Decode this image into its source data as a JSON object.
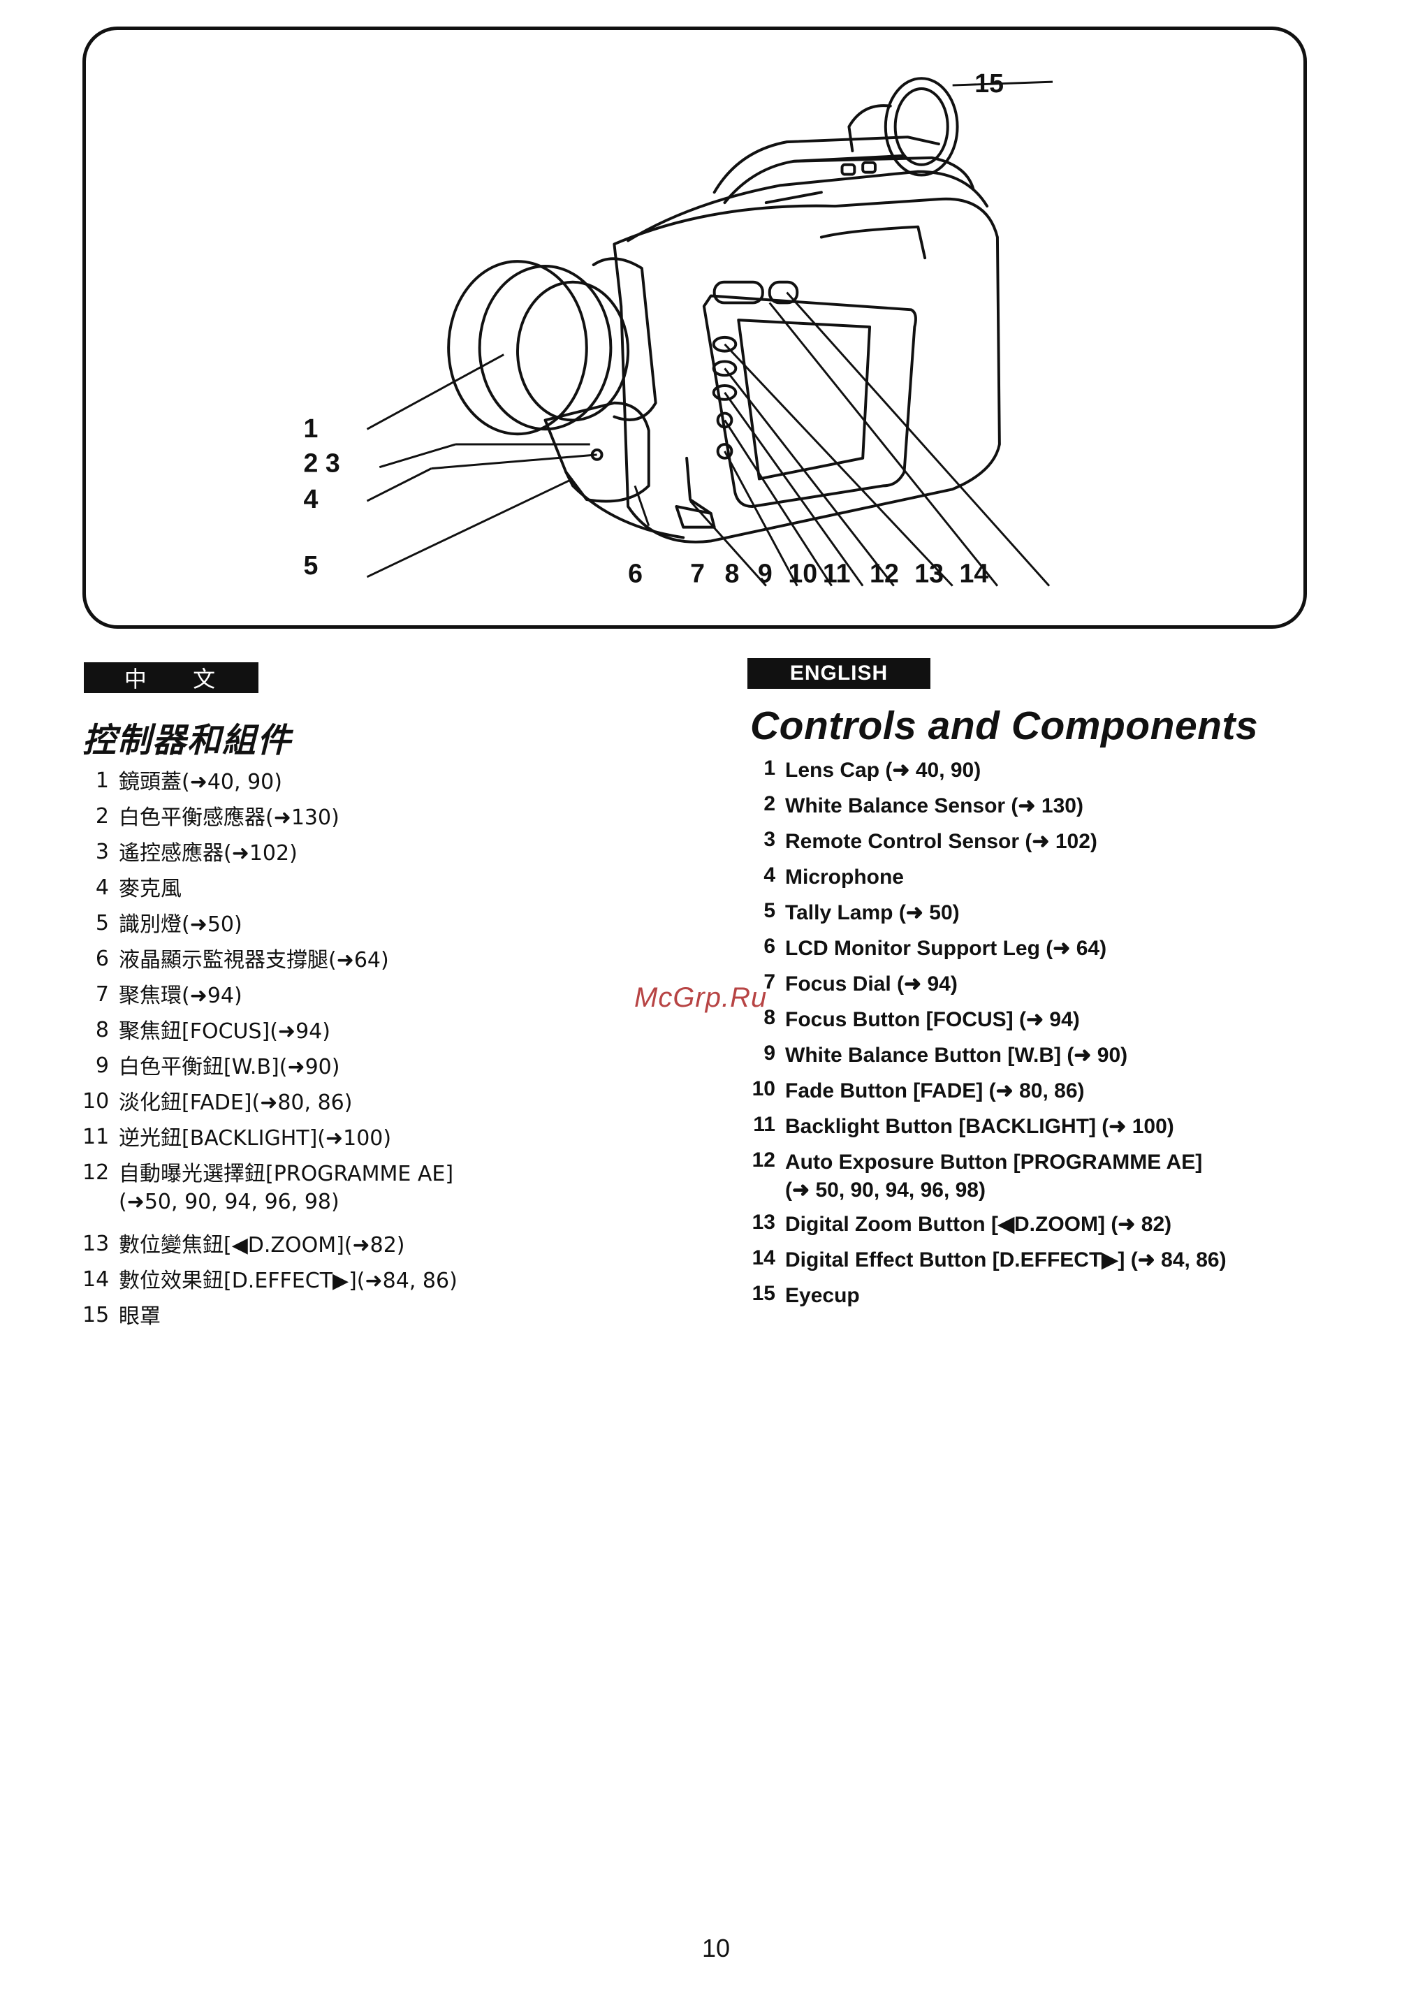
{
  "figure": {
    "callouts": [
      "1",
      "2 3",
      "4",
      "5",
      "6",
      "7",
      "8",
      "9",
      "10",
      "11",
      "12",
      "13",
      "14",
      "15"
    ]
  },
  "chinese": {
    "badge": "中 文",
    "title": "控制器和組件",
    "items": [
      {
        "num": "1",
        "text": "鏡頭蓋(➜40, 90)"
      },
      {
        "num": "2",
        "text": "白色平衡感應器(➜130)"
      },
      {
        "num": "3",
        "text": "遙控感應器(➜102)"
      },
      {
        "num": "4",
        "text": "麥克風"
      },
      {
        "num": "5",
        "text": "識別燈(➜50)"
      },
      {
        "num": "6",
        "text": "液晶顯示監視器支撐腿(➜64)"
      },
      {
        "num": "7",
        "text": "聚焦環(➜94)"
      },
      {
        "num": "8",
        "text": "聚焦鈕[FOCUS](➜94)"
      },
      {
        "num": "9",
        "text": "白色平衡鈕[W.B](➜90)"
      },
      {
        "num": "10",
        "text": "淡化鈕[FADE](➜80, 86)"
      },
      {
        "num": "11",
        "text": "逆光鈕[BACKLIGHT](➜100)"
      },
      {
        "num": "12",
        "text": "自動曝光選擇鈕[PROGRAMME AE]",
        "text2": "(➜50, 90, 94, 96, 98)"
      },
      {
        "num": "13",
        "text": "數位變焦鈕[◀D.ZOOM](➜82)"
      },
      {
        "num": "14",
        "text": "數位效果鈕[D.EFFECT▶](➜84, 86)"
      },
      {
        "num": "15",
        "text": "眼罩"
      }
    ]
  },
  "english": {
    "badge": "ENGLISH",
    "title": "Controls and Components",
    "items": [
      {
        "num": "1",
        "text": "Lens Cap (➜ 40, 90)"
      },
      {
        "num": "2",
        "text": "White Balance Sensor (➜ 130)"
      },
      {
        "num": "3",
        "text": "Remote Control Sensor (➜ 102)"
      },
      {
        "num": "4",
        "text": "Microphone"
      },
      {
        "num": "5",
        "text": "Tally Lamp (➜ 50)"
      },
      {
        "num": "6",
        "text": "LCD Monitor Support Leg (➜ 64)"
      },
      {
        "num": "7",
        "text": "Focus Dial (➜ 94)"
      },
      {
        "num": "8",
        "text": "Focus Button [FOCUS] (➜ 94)"
      },
      {
        "num": "9",
        "text": "White Balance Button [W.B] (➜ 90)"
      },
      {
        "num": "10",
        "text": "Fade Button [FADE] (➜ 80, 86)"
      },
      {
        "num": "11",
        "text": "Backlight Button [BACKLIGHT] (➜ 100)"
      },
      {
        "num": "12",
        "text": "Auto Exposure Button [PROGRAMME AE]",
        "text2": "(➜ 50, 90, 94, 96, 98)"
      },
      {
        "num": "13",
        "text": "Digital Zoom Button [◀D.ZOOM] (➜ 82)"
      },
      {
        "num": "14",
        "text": "Digital Effect Button [D.EFFECT▶] (➜ 84, 86)"
      },
      {
        "num": "15",
        "text": "Eyecup"
      }
    ]
  },
  "watermark": "McGrp.Ru",
  "page_number": "10"
}
